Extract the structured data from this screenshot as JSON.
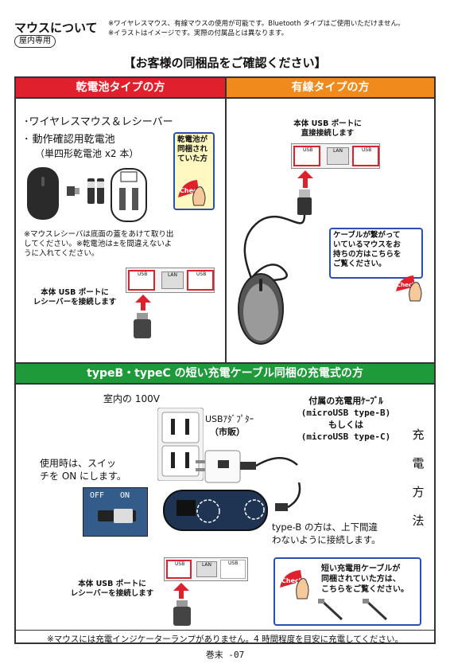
{
  "header": {
    "title": "マウスについて",
    "tag": "屋内専用",
    "note1": "※ワイヤレスマウス、有線マウスの使用が可能です。Bluetooth タイプはご使用いただけません。",
    "note2": "※イラストはイメージです。実際の付属品とは異なります。"
  },
  "section_title": "【お客様の同梱品をご確認ください】",
  "battery": {
    "heading": "乾電池タイプの方",
    "item1": "･ワイヤレスマウス＆レシーバー",
    "item2": "･ 動作確認用乾電池",
    "item3": "（単四形乾電池 x2 本）",
    "callout": [
      "乾電池が",
      "同梱され",
      "ていた方"
    ],
    "note": [
      "※マウスレシーバは底面の蓋をあけて取り出",
      "してください。※乾電池は±を間違えないよ",
      "うに入れてください。"
    ],
    "connect": [
      "本体 USB ポートに",
      "レシーバーを接続します"
    ]
  },
  "wired": {
    "heading": "有線タイプの方",
    "connect": [
      "本体 USB ポートに",
      "直接接続します"
    ],
    "callout": [
      "ケーブルが繋がって",
      "いているマウスをお",
      "持ちの方はこちらを",
      "ご覧ください。"
    ]
  },
  "check_label": "Check!",
  "port_labels": {
    "usb": "USB",
    "lan": "LAN"
  },
  "charge": {
    "heading": "typeB・typeC の短い充電ケーブル同梱の充電式の方",
    "outlet": "室内の 100V",
    "adapter": "USBｱﾀﾞﾌﾟﾀｰ",
    "adapter_sub": "（市販）",
    "cable": [
      "付属の充電用ｹｰﾌﾞﾙ",
      "(microUSB type-B)",
      "もしくは",
      "(microUSB type-C)"
    ],
    "vertical": [
      "充",
      "電",
      "方",
      "法"
    ],
    "switch_note": [
      "使用時は、スイッ",
      "チを ON にします。"
    ],
    "switch_off": "OFF",
    "switch_on": "ON",
    "typeb_note": [
      "type-B の方は、上下間違",
      "わないように接続します。"
    ],
    "connect": [
      "本体 USB ポートに",
      "レシーバーを接続します"
    ],
    "callout": [
      "短い充電用ケーブルが",
      "同梱されていた方は、",
      "こちらをご覧ください。"
    ]
  },
  "footer_note": "※マウスには充電インジケーターランプがありません。4 時間程度を目安に充電してください。",
  "page_number": "巻末 -07",
  "colors": {
    "red": "#e0202c",
    "orange": "#f08a1c",
    "green": "#1f9a3a",
    "callout_border": "#2b4fb0"
  }
}
